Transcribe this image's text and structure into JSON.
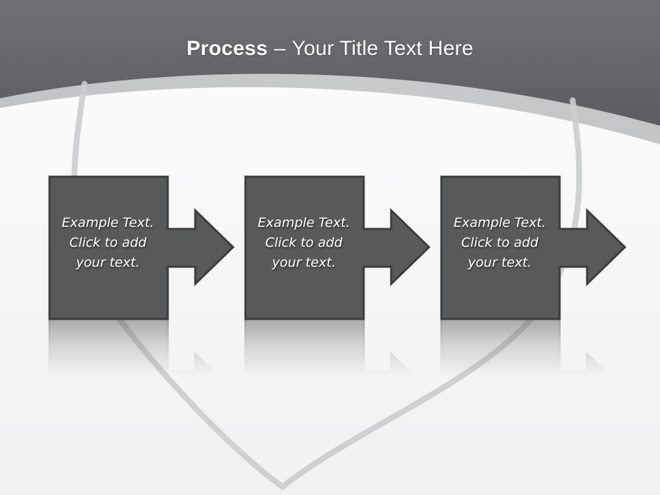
{
  "slide": {
    "title": {
      "emphasis": "Process",
      "separator": "–",
      "text": "Your Title Text Here"
    }
  },
  "steps": [
    {
      "lines": [
        "Example Text.",
        "Click to add",
        "your text."
      ]
    },
    {
      "lines": [
        "Example Text.",
        "Click to add",
        "your text."
      ]
    },
    {
      "lines": [
        "Example Text.",
        "Click to add",
        "your text."
      ]
    }
  ],
  "colors": {
    "header_top": "#6f7174",
    "header_bottom": "#57595c",
    "arc_band": "#c6c7c9",
    "canvas_top": "#fbfbfc",
    "canvas_bottom": "#f1f1f2",
    "swirl_line": "#cbccce",
    "shape_fill": "#58595b",
    "shape_border": "#3b3c3e",
    "text": "#ffffff"
  }
}
